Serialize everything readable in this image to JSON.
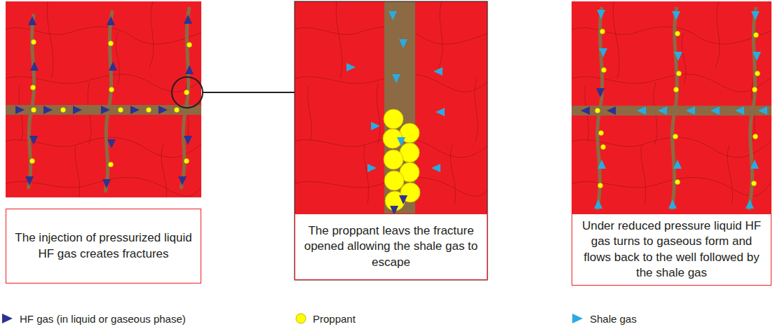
{
  "diagram": {
    "nodes": [
      {
        "text": [
          "The injection of pressurized liquid HF gas creates fractures"
        ]
      },
      {
        "text": [
          "The proppant leavs the fracture opened allowing the shale gas to escape"
        ]
      },
      {
        "text": [
          "Under reduced pressure liquid HF gas turns to gaseous form and flows back to the well followed by the shale gas"
        ]
      }
    ],
    "legend": [
      {
        "text": "HF gas (in liquid or gaseous phase)"
      },
      {
        "text": "Proppant"
      },
      {
        "text": "Shale gas"
      }
    ]
  }
}
